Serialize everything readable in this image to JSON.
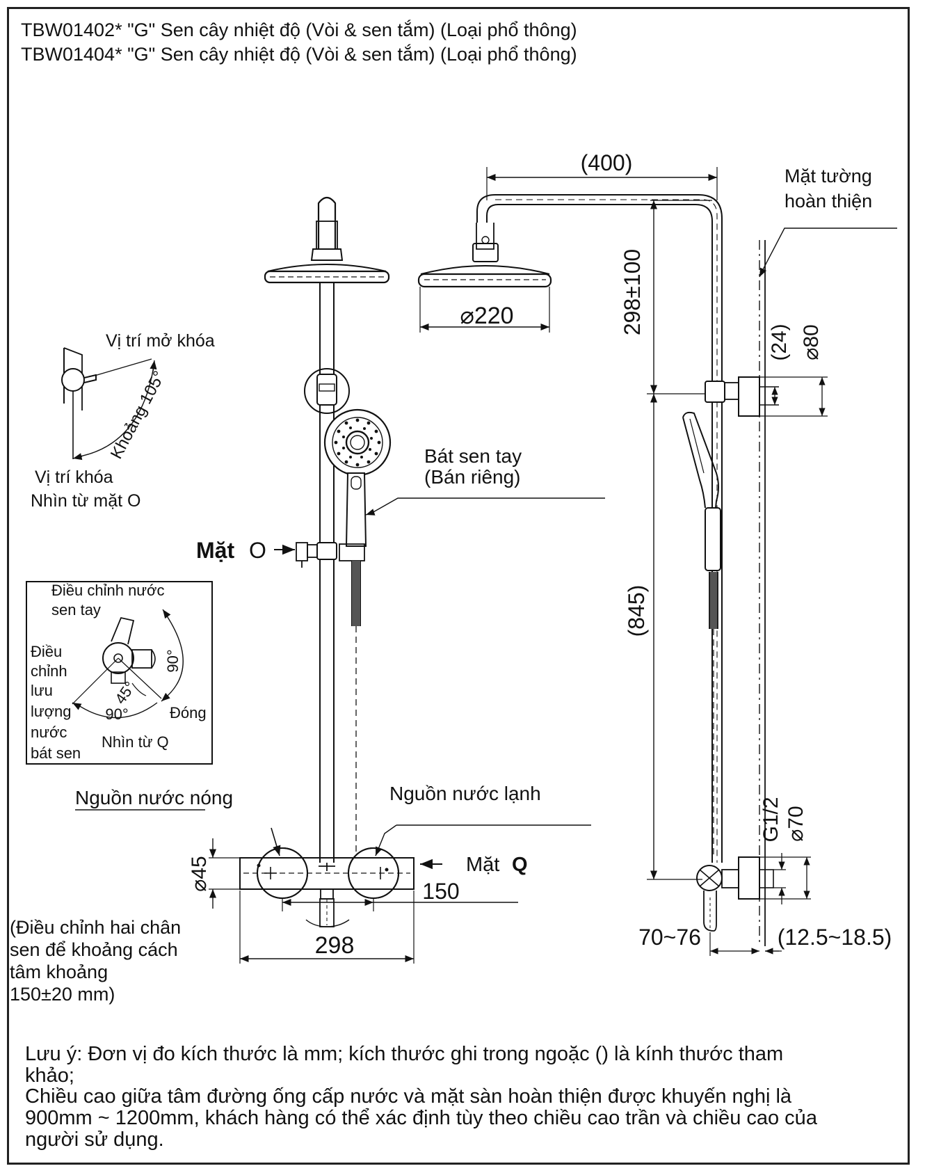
{
  "titles": {
    "line1": "TBW01402* \"G\" Sen cây nhiệt độ (Vòi & sen tắm) (Loại phổ thông)",
    "line2": "TBW01404* \"G\" Sen cây nhiệt độ (Vòi & sen tắm) (Loại phổ thông)"
  },
  "dimensions": {
    "arm_length": "(400)",
    "head_diameter": "⌀220",
    "height_adjust": "298±100",
    "bracket_offset": "(24)",
    "bracket_diameter": "⌀80",
    "rail_length": "(845)",
    "inlet_thread": "G1/2",
    "inlet_diameter": "⌀70",
    "body_diameter": "⌀45",
    "inlet_spacing": "150",
    "body_width": "298",
    "depth": "70~76",
    "wall_gap": "(12.5~18.5)"
  },
  "labels": {
    "wall_line1": "Mặt tường",
    "wall_line2": "hoàn thiện",
    "unlock_position": "Vị trí mở khóa",
    "range_105": "Khoảng 105°",
    "lock_position": "Vị trí khóa",
    "view_o": "Nhìn từ mặt O",
    "handshower_line1": "Bát sen tay",
    "handshower_line2": "(Bán riêng)",
    "face_o_word": "Mặt",
    "face_o_letter": "O",
    "hot_source": "Nguồn nước nóng",
    "cold_source": "Nguồn nước lạnh",
    "face_q_word": "Mặt",
    "face_q_letter": "Q",
    "adjust_note": [
      "(Điều chỉnh hai chân",
      "sen để khoảng cách",
      "tâm khoảng",
      "150±20 mm)"
    ]
  },
  "inset": {
    "top_line1": "Điều chỉnh nước",
    "top_line2": "sen tay",
    "left_lines": [
      "Điều",
      "chỉnh",
      "lưu",
      "lượng",
      "nước",
      "bát sen"
    ],
    "angle_90_right": "90°",
    "angle_45": "45°",
    "angle_90_bottom": "90°",
    "close": "Đóng",
    "view_q": "Nhìn từ Q"
  },
  "notes": {
    "line1": "Lưu ý: Đơn vị đo kích thước là mm; kích thước ghi trong ngoặc () là kính thước tham",
    "line2": "khảo;",
    "line3": "Chiều cao giữa tâm đường ống cấp nước và mặt sàn hoàn thiện được khuyến nghị là",
    "line4": "900mm ~ 1200mm, khách hàng có thể xác định tùy theo chiều cao trần và chiều cao của",
    "line5": "người sử dụng."
  }
}
